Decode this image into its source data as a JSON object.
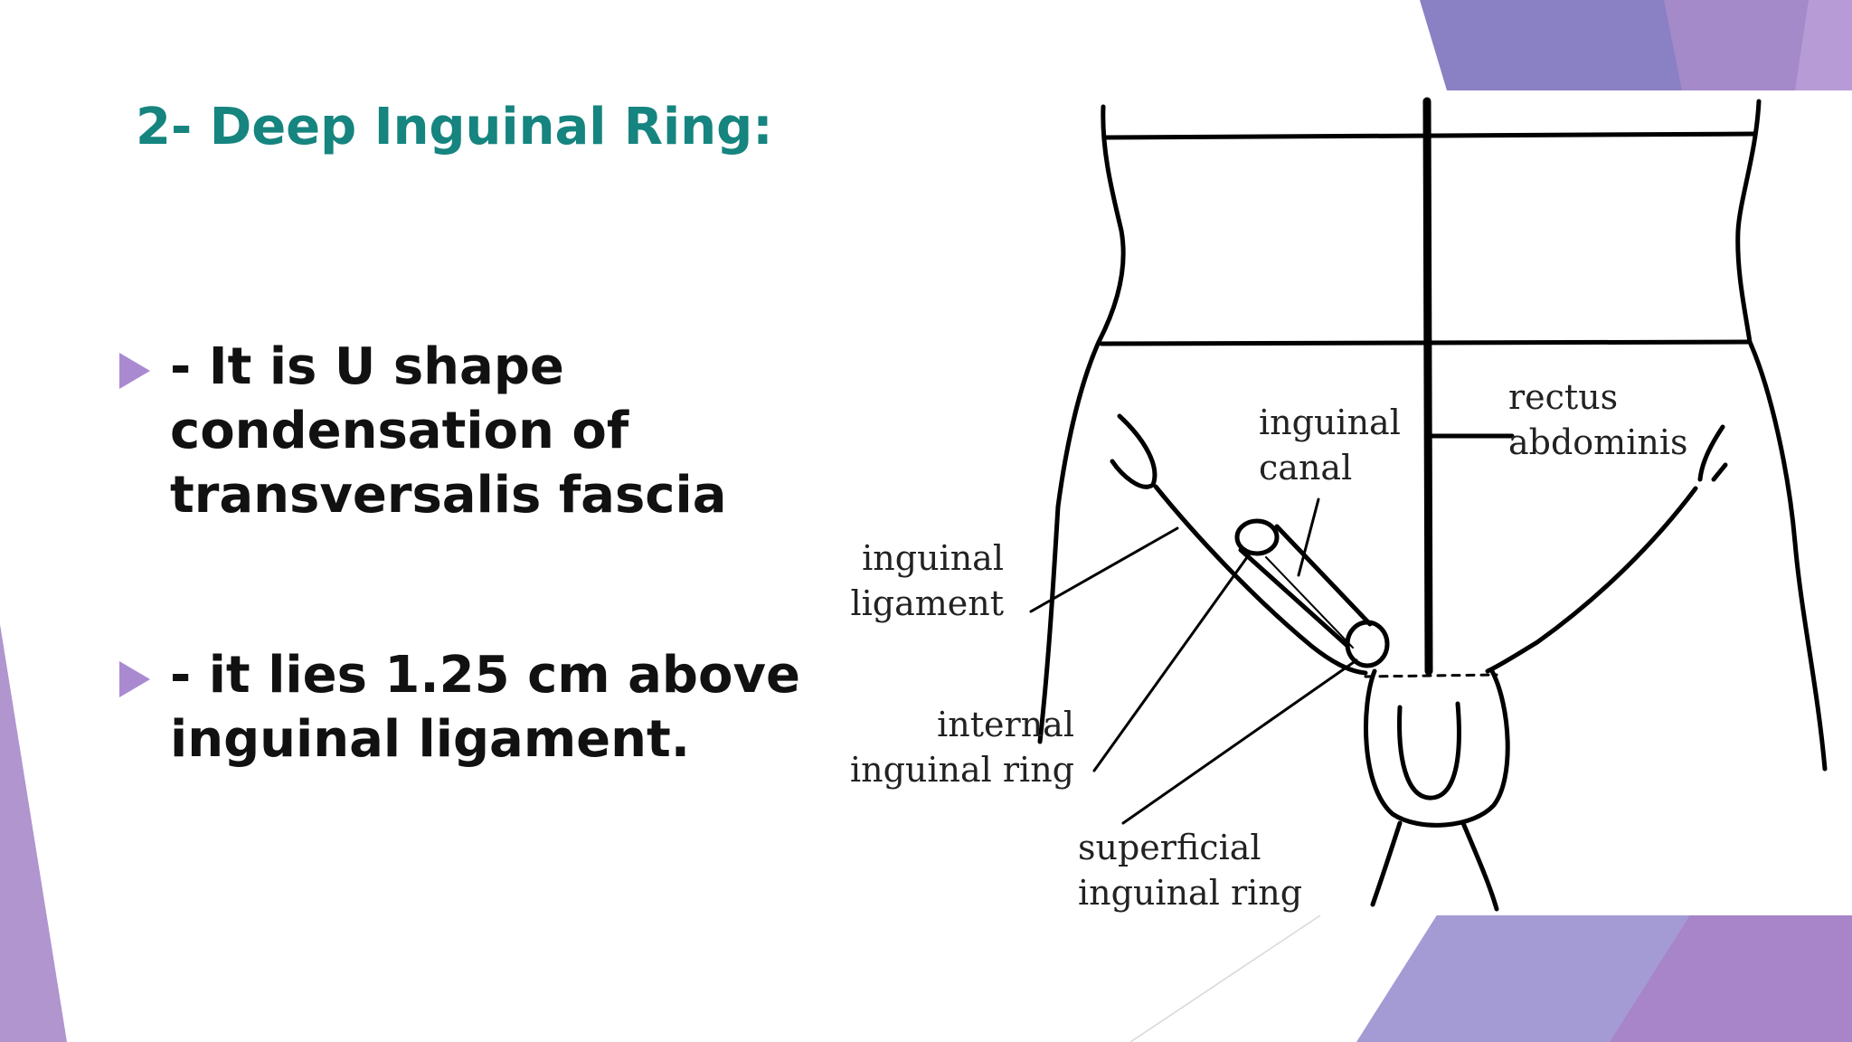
{
  "slide": {
    "title": "2- Deep Inguinal Ring:",
    "bullets": [
      {
        "lines": [
          "- It is U shape",
          "condensation of",
          "transversalis fascia"
        ]
      },
      {
        "lines": [
          "- it lies 1.25 cm above",
          "inguinal ligament."
        ]
      }
    ]
  },
  "figure": {
    "labels": {
      "inguinal_canal": [
        "inguinal",
        "canal"
      ],
      "rectus_abdominis": [
        "rectus",
        "abdominis"
      ],
      "inguinal_ligament": [
        "inguinal",
        "ligament"
      ],
      "internal_inguinal_ring": [
        "internal",
        "inguinal ring"
      ],
      "superficial_inguinal_ring": [
        "superficial",
        "inguinal ring"
      ]
    }
  },
  "colors": {
    "title": "#16847f",
    "bullet_arrow": "#a98ad1",
    "accent_purple": "#8e7fc4",
    "accent_violet": "#a77fc6"
  }
}
